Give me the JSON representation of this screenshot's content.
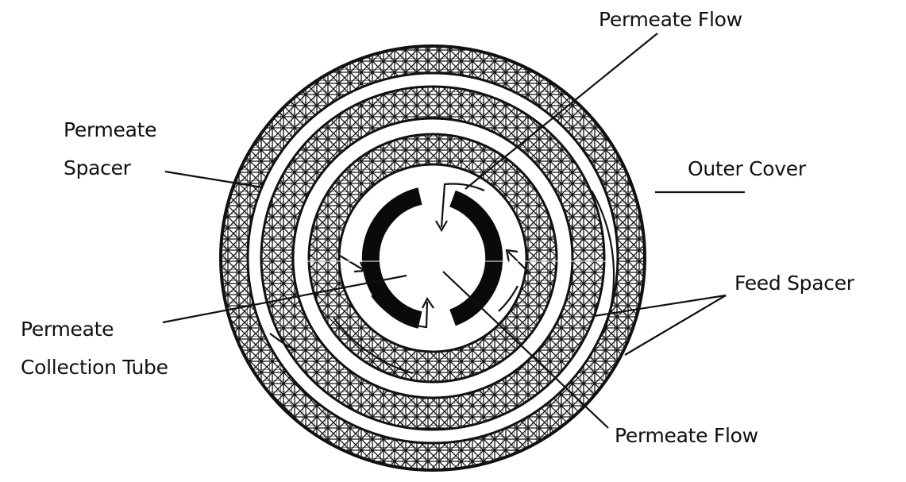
{
  "diagram": {
    "type": "cross-section",
    "subject": "spiral wound membrane module",
    "colors": {
      "ink": "#111111",
      "background": "#ffffff",
      "mesh_fill": "#8a8a8a"
    }
  },
  "labels": {
    "permeate_flow_top": "Permeate Flow",
    "permeate_spacer_line1": "Permeate",
    "permeate_spacer_line2": "Spacer",
    "outer_cover": "Outer Cover",
    "feed_spacer": "Feed Spacer",
    "permeate_collection_line1": "Permeate",
    "permeate_collection_line2": "Collection Tube",
    "permeate_flow_bottom": "Permeate Flow"
  }
}
